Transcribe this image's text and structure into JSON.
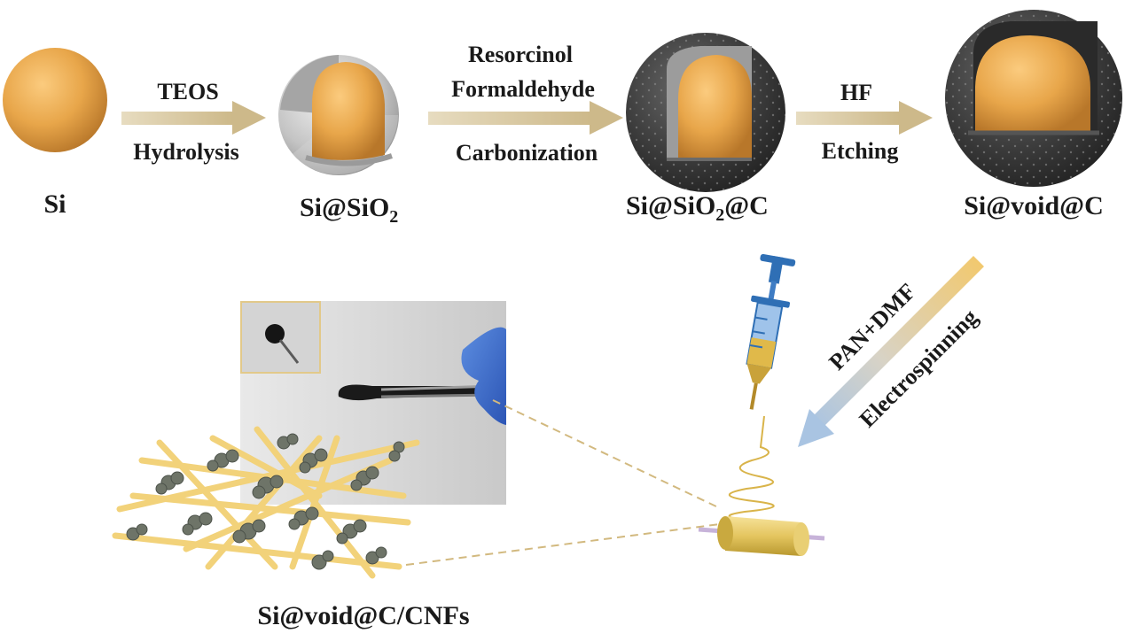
{
  "labels": {
    "si": "Si",
    "si_sio2_main": "Si@SiO",
    "si_sio2_sub": "2",
    "si_sio2_c_main": "Si@SiO",
    "si_sio2_c_sub": "2",
    "si_sio2_c_tail": "@C",
    "si_void_c": "Si@void@C",
    "final": "Si@void@C/CNFs"
  },
  "steps": {
    "step1_top": "TEOS",
    "step1_bottom": "Hydrolysis",
    "step2_top_line1": "Resorcinol",
    "step2_top_line2": "Formaldehyde",
    "step2_bottom": "Carbonization",
    "step3_top": "HF",
    "step3_bottom": "Etching",
    "step4_top": "PAN+DMF",
    "step4_bottom": "Electrospinning"
  },
  "colors": {
    "si_core": "#E8A64A",
    "arrow": "#D9CBA8",
    "silica_shell": "#BDBDBD",
    "carbon_shell": "#3A3A3A",
    "fiber": "#F2D27A",
    "particle_cluster": "#6E7468",
    "syringe": "#2F6FB5"
  }
}
